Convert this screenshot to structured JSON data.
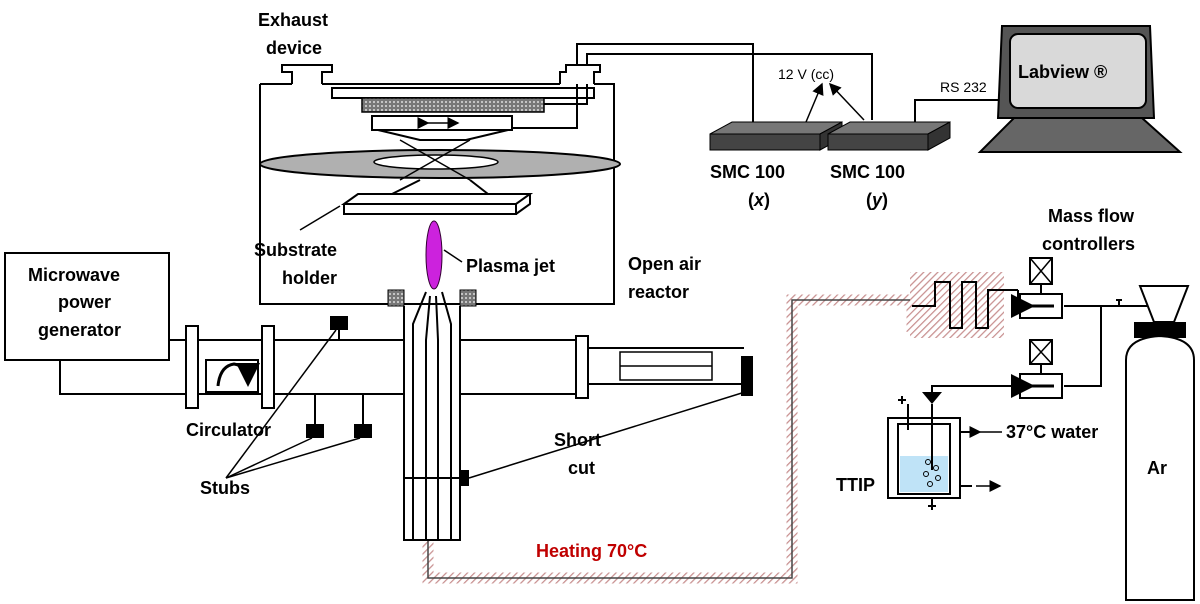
{
  "labels": {
    "exhaust_line1": "Exhaust",
    "exhaust_line2": "device",
    "substrate_line1": "Substrate",
    "substrate_line2": "holder",
    "plasma_jet": "Plasma jet",
    "open_air_line1": "Open air",
    "open_air_line2": "reactor",
    "microwave_line1": "Microwave",
    "microwave_line2": "power",
    "microwave_line3": "generator",
    "circulator": "Circulator",
    "stubs": "Stubs",
    "short_cut_line1": "Short",
    "short_cut_line2": "cut",
    "heating": "Heating 70°C",
    "voltage": "12 V (cc)",
    "smc_x_line1": "SMC 100",
    "smc_x_axis": "x",
    "smc_y_line1": "SMC 100",
    "smc_y_axis": "y",
    "rs232": "RS 232",
    "labview": "Labview ®",
    "mass_flow_line1": "Mass flow",
    "mass_flow_line2": "controllers",
    "water": "37°C water",
    "ttip": "TTIP",
    "ar": "Ar"
  },
  "colors": {
    "plasma": "#cc22dd",
    "heating_text": "#c00000",
    "heating_hatch": "#c89090",
    "liquid": "#bfe3f7",
    "disk": "#b0b0b0",
    "screen": "#d9d9d9",
    "smc_box": "#555555"
  },
  "icons": {
    "circulator": "clockwise-arrow-icon",
    "valve": "down-triangle-icon",
    "flow_direction": "left-arrow-icon"
  }
}
